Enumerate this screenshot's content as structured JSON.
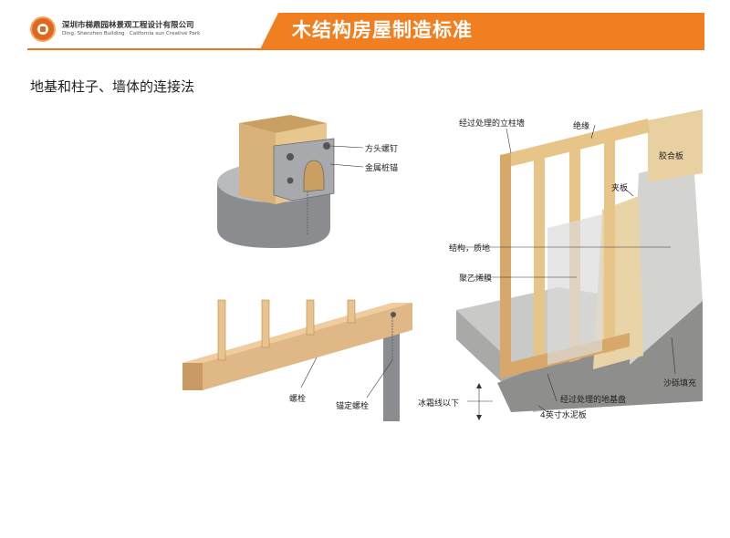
{
  "header": {
    "company_cn": "深圳市梯鼎园林景观工程设计有限公司",
    "company_en": "Ding, Shenzhen Building · California sun Creative Park",
    "title": "木结构房屋制造标准",
    "accent": "#f07f22"
  },
  "subtitle": "地基和柱子、墙体的连接法",
  "post_anchor_labels": {
    "bolt": "方头螺钉",
    "anchor": "金属桩锚"
  },
  "sill_labels": {
    "bolt": "螺栓",
    "anchor_bolt": "锚定螺栓"
  },
  "wall_labels": {
    "treated_stud_wall": "经过处理的立柱墙",
    "insulation": "绝缘",
    "plywood": "胶合板",
    "sheathing": "夹板",
    "structure": "结构，质地",
    "polyethylene": "聚乙烯膜",
    "gravel": "沙砾填充",
    "frost_line": "冰霜线以下",
    "treated_sill": "经过处理的地基盘",
    "slab": "4英寸水泥板"
  }
}
